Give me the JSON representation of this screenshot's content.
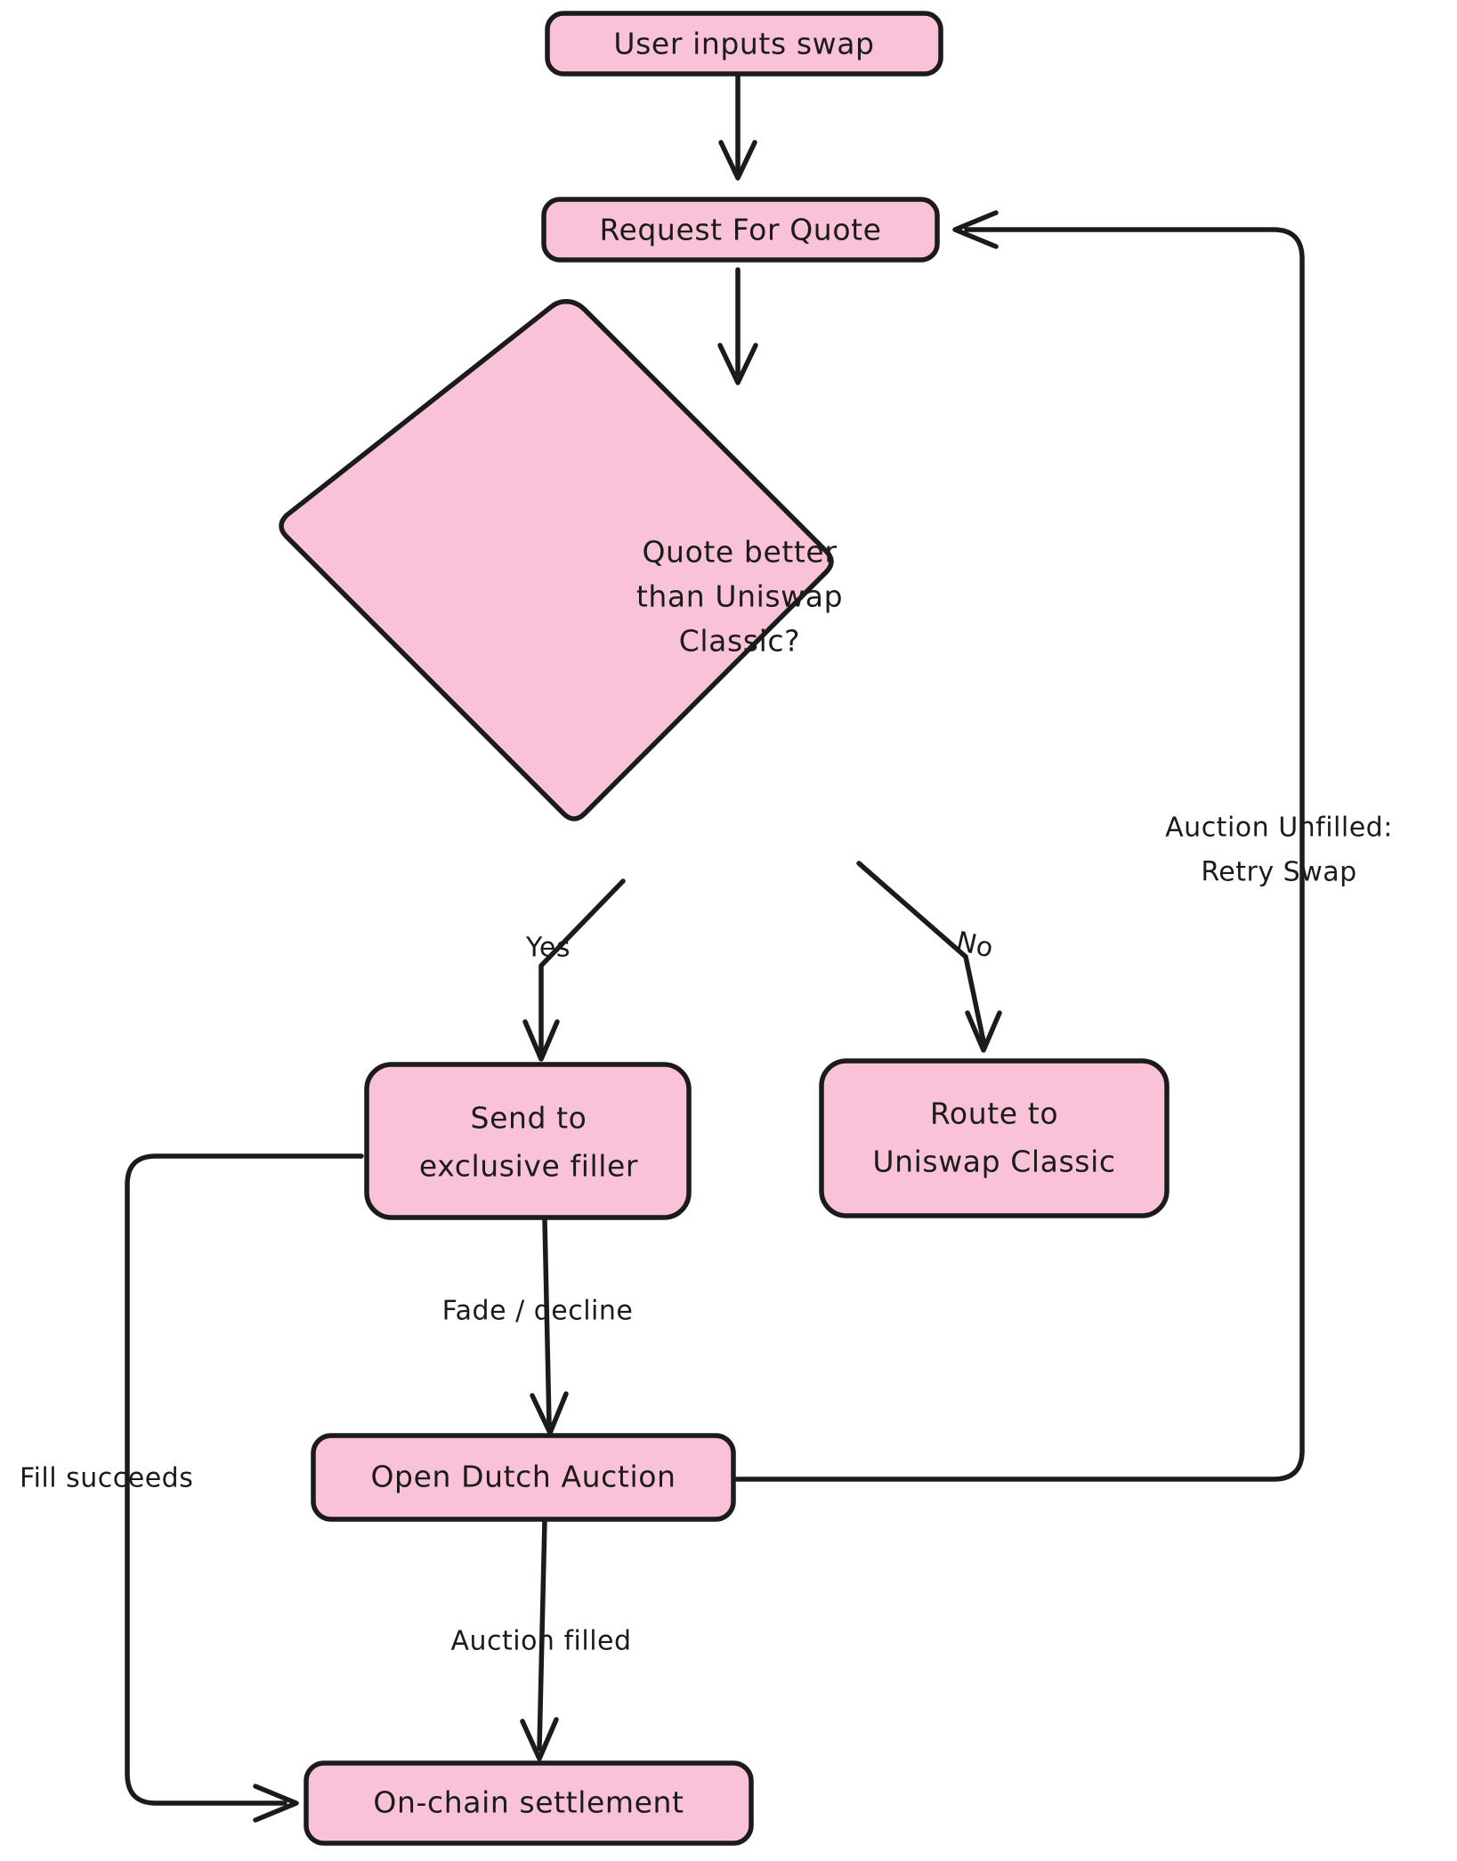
{
  "diagram": {
    "title": "UniswapX swap routing flowchart",
    "style": {
      "node_fill": "#f9c2d8",
      "node_stroke": "#1b1b1b",
      "edge_stroke": "#1b1b1b",
      "background": "#ffffff",
      "text_color": "#1b1b1b"
    },
    "nodes": [
      {
        "id": "user_input",
        "shape": "rounded-rect",
        "label": "User inputs swap"
      },
      {
        "id": "rfq",
        "shape": "rounded-rect",
        "label": "Request For Quote"
      },
      {
        "id": "decision",
        "shape": "diamond",
        "label_line1": "Quote better",
        "label_line2": "than Uniswap",
        "label_line3": "Classic?"
      },
      {
        "id": "exclusive",
        "shape": "rounded-rect",
        "label_line1": "Send to",
        "label_line2": "exclusive filler"
      },
      {
        "id": "classic",
        "shape": "rounded-rect",
        "label_line1": "Route to",
        "label_line2": "Uniswap Classic"
      },
      {
        "id": "auction",
        "shape": "rounded-rect",
        "label": "Open Dutch Auction"
      },
      {
        "id": "settlement",
        "shape": "rounded-rect",
        "label": "On-chain settlement"
      }
    ],
    "edges": [
      {
        "id": "e1",
        "from": "user_input",
        "to": "rfq",
        "label": ""
      },
      {
        "id": "e2",
        "from": "rfq",
        "to": "decision",
        "label": ""
      },
      {
        "id": "e3",
        "from": "decision",
        "to": "exclusive",
        "label": "Yes"
      },
      {
        "id": "e4",
        "from": "decision",
        "to": "classic",
        "label": "No"
      },
      {
        "id": "e5",
        "from": "exclusive",
        "to": "auction",
        "label": "Fade / decline"
      },
      {
        "id": "e6",
        "from": "auction",
        "to": "settlement",
        "label": "Auction filled"
      },
      {
        "id": "e7",
        "from": "exclusive",
        "to": "settlement",
        "label": "Fill succeeds"
      },
      {
        "id": "e8",
        "from": "auction",
        "to": "rfq",
        "label_line1": "Auction Unfilled:",
        "label_line2": "Retry Swap"
      }
    ]
  }
}
